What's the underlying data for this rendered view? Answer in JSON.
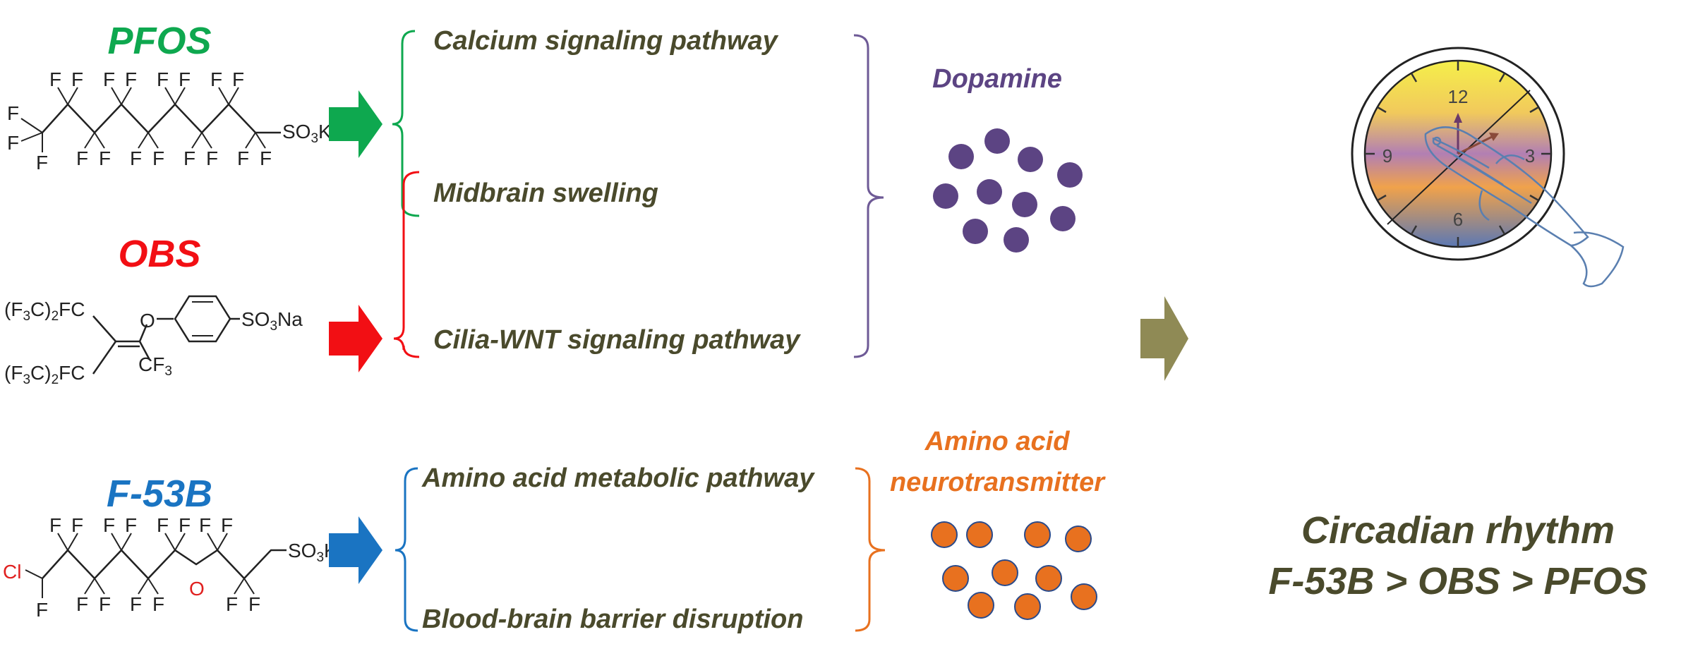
{
  "compounds": [
    {
      "name": "PFOS",
      "color": "#0ea84f"
    },
    {
      "name": "OBS",
      "color": "#f20f14"
    },
    {
      "name": "F-53B",
      "color": "#1a74c2"
    }
  ],
  "pathways": {
    "calcium": "Calcium signaling pathway",
    "midbrain": "Midbrain swelling",
    "cilia": "Cilia-WNT signaling pathway",
    "amino_pathway": "Amino acid metabolic pathway",
    "bbb": "Blood-brain barrier  disruption"
  },
  "neurotransmitters": {
    "dopamine": "Dopamine",
    "amino_line1": "Amino acid",
    "amino_line2": "neurotransmitter"
  },
  "conclusion": {
    "line1": "Circadian rhythm",
    "line2": "F-53B > OBS > PFOS"
  },
  "clock": {
    "n12": "12",
    "n3": "3",
    "n6": "6",
    "n9": "9"
  },
  "chem": {
    "F": "F",
    "Cl": "Cl",
    "O": "O",
    "SO3K": "SO3K",
    "SO3Na": "SO3Na",
    "CF3": "CF3",
    "F3C2FC": "(F3C)2FC"
  },
  "colors": {
    "text_dark": "#4a4a2c",
    "dopamine": "#5c4483",
    "amino": "#e8711f",
    "final_arrow": "#8f8a55",
    "bracket_purple": "#6e5a96"
  }
}
